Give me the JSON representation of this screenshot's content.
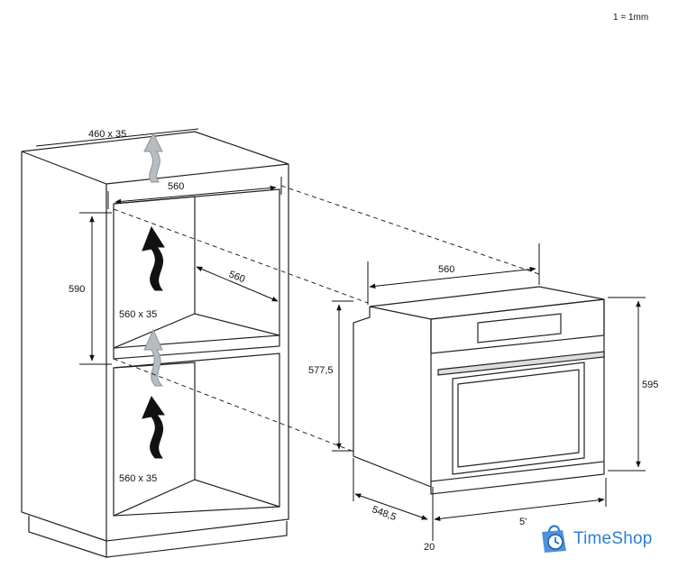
{
  "scale_note": "1 = 1mm",
  "labels": {
    "vent_top": "460 x 35",
    "cab_width": "560",
    "cab_depth": "560",
    "cab_height": "590",
    "vent_mid": "560 x 35",
    "vent_bottom": "560 x 35",
    "oven_width": "560",
    "oven_body_height": "577,5",
    "oven_height": "595",
    "oven_depth": "548,5",
    "front_depth": "5'",
    "gap": "20"
  },
  "brand": {
    "name": "TimeShop",
    "color": "#2f7fd1"
  },
  "icons": [
    "airflow-arrow-icon",
    "shopping-bag-clock-icon"
  ]
}
